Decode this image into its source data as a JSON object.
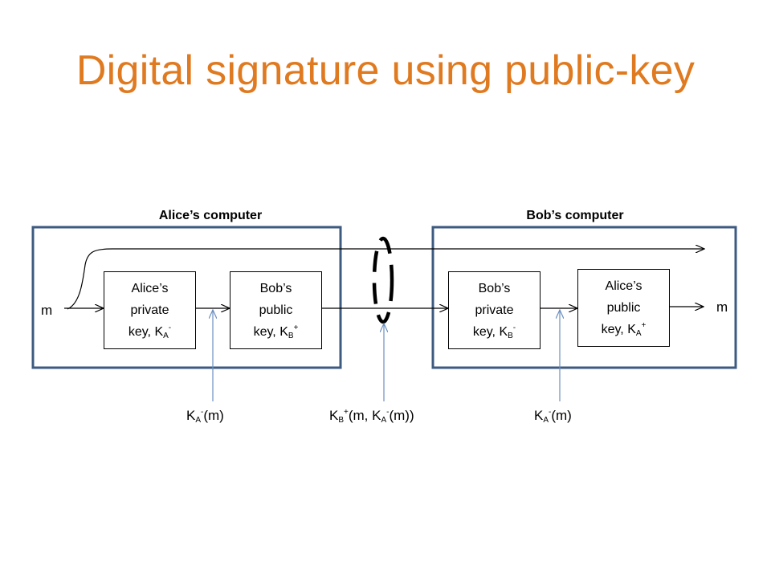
{
  "slide": {
    "title": "Digital signature using public-key"
  },
  "computers": {
    "alice": "Alice’s computer",
    "bob": "Bob’s computer"
  },
  "boxes": {
    "alice_private": {
      "line1": "Alice’s",
      "line2": "private",
      "line3_prefix": "key, K",
      "sub": "A",
      "sup": "-"
    },
    "bob_public": {
      "line1": "Bob’s",
      "line2": "public",
      "line3_prefix": "key, K",
      "sub": "B",
      "sup": "+"
    },
    "bob_private": {
      "line1": "Bob’s",
      "line2": "private",
      "line3_prefix": "key, K",
      "sub": "B",
      "sup": "-"
    },
    "alice_public": {
      "line1": "Alice’s",
      "line2": "public",
      "line3_prefix": "key, K",
      "sub": "A",
      "sup": "+"
    }
  },
  "messages": {
    "input": "m",
    "output": "m"
  },
  "formulas": {
    "left": {
      "k": "K",
      "sub": "A",
      "sup": "-",
      "rest": "(m)"
    },
    "middle": {
      "k": "K",
      "sub": "B",
      "sup": "+",
      "mid": "(m, K",
      "sub2": "A",
      "sup2": "-",
      "rest": "(m))"
    },
    "right": {
      "k": "K",
      "sub": "A",
      "sup": "-",
      "rest": "(m)"
    }
  },
  "colors": {
    "title": "#E07A20",
    "computer_border": "#3D5A80",
    "pointer_arrow": "#6B8FC0",
    "eavesdrop_ellipse": "#000000"
  }
}
